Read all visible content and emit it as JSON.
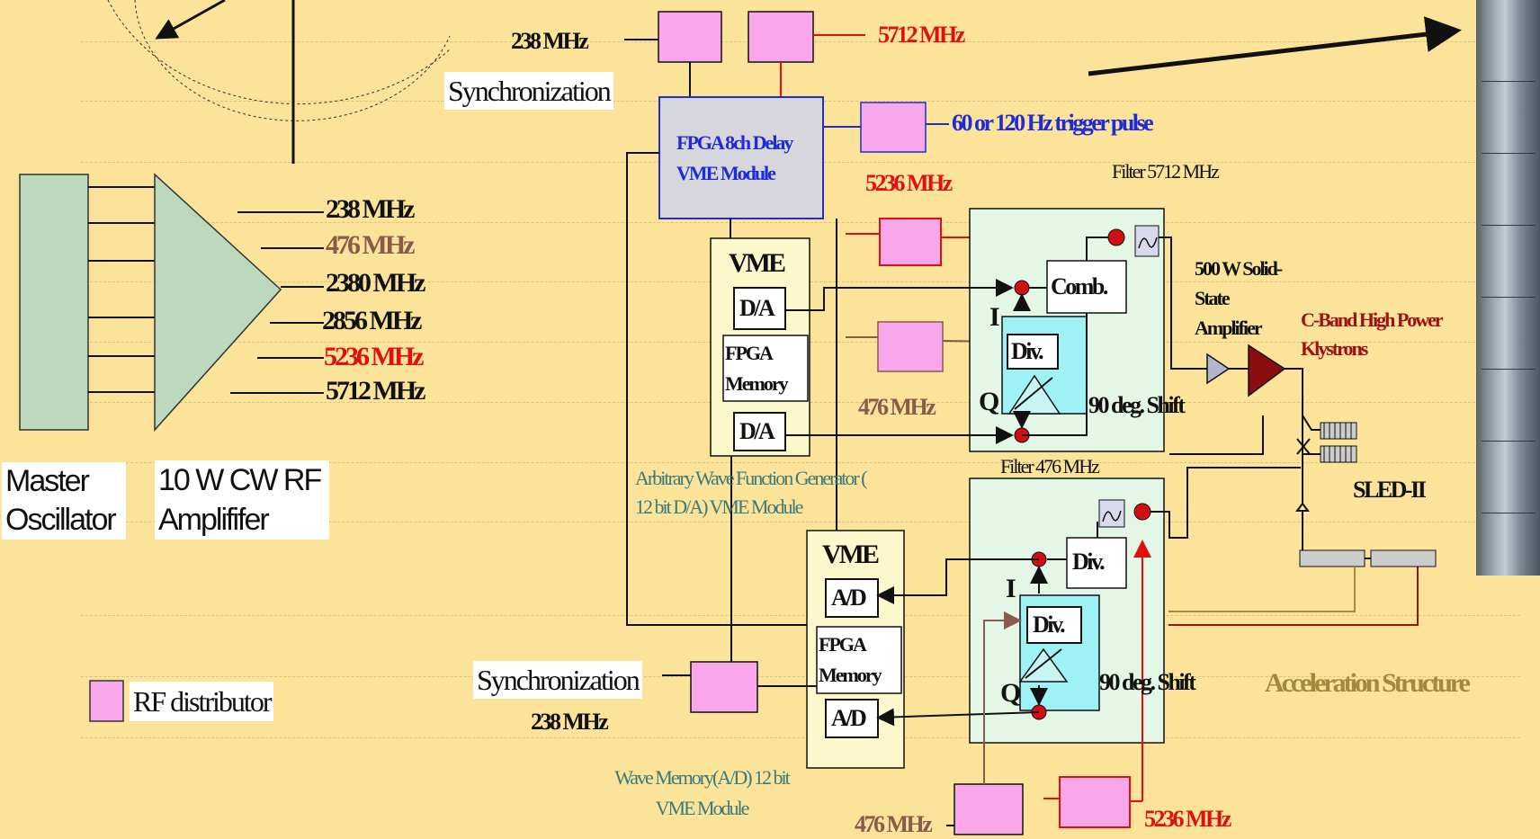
{
  "oscillator": {
    "outputs": [
      {
        "label": "238 MHz",
        "color": "#111111"
      },
      {
        "label": "476 MHz",
        "color": "#8a5a4a"
      },
      {
        "label": "2380 MHz",
        "color": "#111111"
      },
      {
        "label": "2856 MHz",
        "color": "#111111"
      },
      {
        "label": "5236 MHz",
        "color": "#e01010"
      },
      {
        "label": "5712 MHz",
        "color": "#111111"
      }
    ],
    "master_label": "Master Oscillator",
    "amp_label": "10 W CW RF Amplififer"
  },
  "legend": {
    "label": "RF distributor",
    "color": "#f8a8ea"
  },
  "top": {
    "label_238": "238 MHz",
    "label_5712": "5712 MHz",
    "sync_label": "Synchronization",
    "fpga_delay": "FPGA 8ch Delay VME Module",
    "trigger": "60 or 120 Hz trigger pulse",
    "label_5236": "5236 MHz",
    "filter_5712": "Filter 5712 MHz"
  },
  "awg": {
    "vme": "VME",
    "da1": "D/A",
    "fpga_memory": "FPGA Memory",
    "da2": "D/A",
    "caption": "Arbitrary Wave Function Generator ( 12 bit D/A) VME Module"
  },
  "upper_module": {
    "comb": "Comb.",
    "div": "Div.",
    "i": "I",
    "q": "Q",
    "shift": "90 deg. Shift",
    "label_476": "476 MHz",
    "filter_476": "Filter 476 MHz"
  },
  "amplifier": {
    "ssa": "500 W Solid-State Amplifier",
    "klystron": "C-Band High Power Klystrons",
    "sled": "SLED-II"
  },
  "lower": {
    "vme": "VME",
    "ad1": "A/D",
    "fpga_memory": "FPGA Memory",
    "ad2": "A/D",
    "div1": "Div.",
    "div2": "Div.",
    "i": "I",
    "q": "Q",
    "shift": "90 deg. Shift",
    "sync_label": "Synchronization",
    "label_238": "238 MHz",
    "wave_memory": "Wave Memory(A/D) 12 bit VME Module",
    "label_476": "476 MHz",
    "label_5236": "5236 MHz"
  },
  "accel": "Acceleration Structure"
}
